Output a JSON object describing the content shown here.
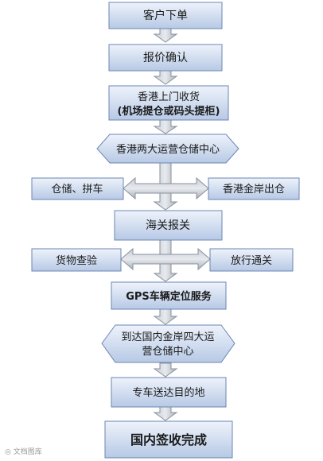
{
  "nodes": {
    "order": "客户下单",
    "quote": "报价确认",
    "pickup_line1": "香港上门收货",
    "pickup_line2": "(机场提仓或码头提柜)",
    "hk_warehouse": "香港两大运营仓储中心",
    "storage": "仓储、拼车",
    "hk_exit": "香港金岸出仓",
    "customs": "海关报关",
    "inspection": "货物查验",
    "release": "放行通关",
    "gps": "GPS车辆定位服务",
    "cn_warehouse_line1": "到达国内金岸四大运",
    "cn_warehouse_line2": "营仓储中心",
    "delivery": "专车送达目的地",
    "signoff": "国内签收完成"
  },
  "watermark": "文档图库",
  "colors": {
    "box_fill_top": "#edf2fa",
    "box_fill_bottom": "#b9cbe6",
    "box_stroke": "#6b86b3",
    "arrow_fill": "#aeb6c2",
    "arrow_stroke": "#8a929c"
  }
}
